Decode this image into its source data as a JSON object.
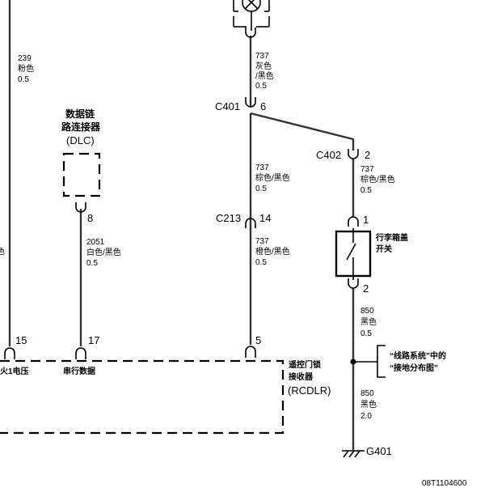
{
  "wires": {
    "w239": {
      "circuit": "239",
      "color": "粉色",
      "size": "0.5"
    },
    "w737_top": {
      "circuit": "737",
      "color_lines": [
        "灰色",
        "/黑色"
      ],
      "size": "0.5"
    },
    "w737_mid": {
      "circuit": "737",
      "color": "棕色/黑色",
      "size": "0.5"
    },
    "w737_right": {
      "circuit": "737",
      "color": "棕色/黑色",
      "size": "0.5"
    },
    "w737_low": {
      "circuit": "737",
      "color": "橙色/黑色",
      "size": "0.5"
    },
    "w2051": {
      "circuit": "2051",
      "color": "白色/黑色",
      "size": "0.5"
    },
    "w850_a": {
      "circuit": "850",
      "color": "黑色",
      "size": "0.5"
    },
    "w850_b": {
      "circuit": "850",
      "color": "黑色",
      "size": "2.0"
    },
    "edge_fragment": "色"
  },
  "connectors": {
    "c401": {
      "name": "C401",
      "pin": "6"
    },
    "c402": {
      "name": "C402",
      "pin": "2"
    },
    "c213": {
      "name": "C213",
      "pin": "14"
    },
    "dlc_pin": "8",
    "switch_pin1": "1",
    "switch_pin2": "2",
    "rcdlr_pin15": "15",
    "rcdlr_pin17": "17",
    "rcdlr_pin5": "5"
  },
  "components": {
    "dlc": {
      "line1": "数据链",
      "line2": "路连接器",
      "abbr": "(DLC)"
    },
    "trunk_switch": {
      "line1": "行李箱盖",
      "line2": "开关"
    },
    "rcdlr": {
      "line1": "遥控门锁",
      "line2": "接收器",
      "abbr": "(RCDLR)"
    },
    "ground_note": {
      "line1": "“线路系统”中的",
      "line2": "“接地分布图”"
    },
    "ground": {
      "name": "G401"
    }
  },
  "signals": {
    "ignition": "火1电压",
    "serial": "串行数据"
  },
  "figure_id": "08T1104600"
}
